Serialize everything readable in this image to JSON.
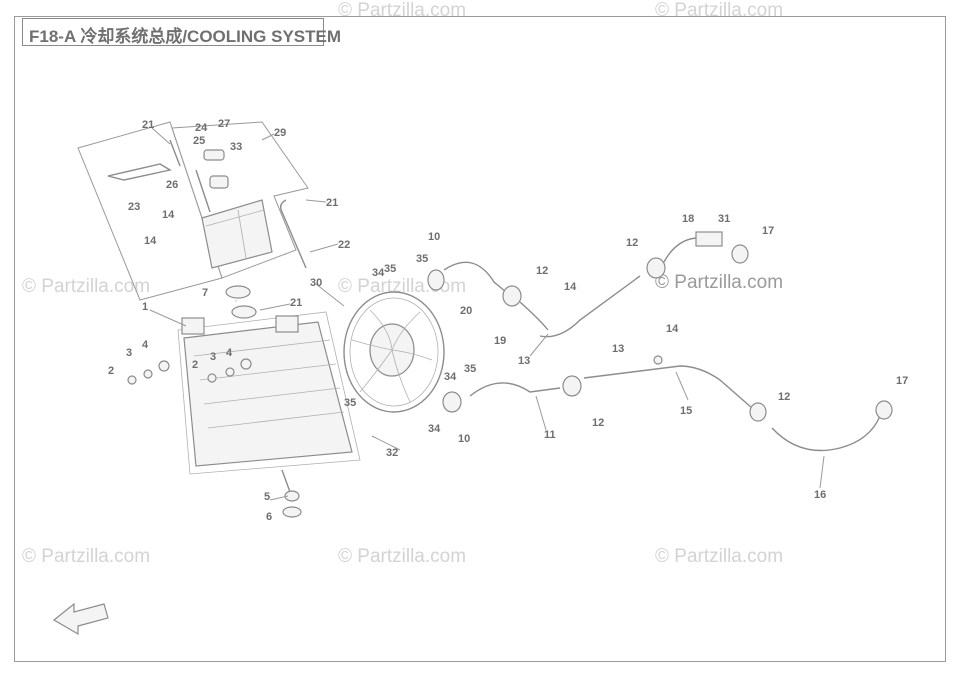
{
  "title": "F18-A 冷却系统总成/COOLING SYSTEM",
  "watermarks": [
    {
      "text": "© Partzilla.com",
      "tone": "light"
    },
    {
      "text": "© Partzilla.com",
      "tone": "light"
    },
    {
      "text": "© Partzilla.com",
      "tone": "light"
    },
    {
      "text": "© Partzilla.com",
      "tone": "light"
    },
    {
      "text": "© Partzilla.com",
      "tone": "dark"
    },
    {
      "text": "© Partzilla.com",
      "tone": "light"
    },
    {
      "text": "© Partzilla.com",
      "tone": "light"
    },
    {
      "text": "© Partzilla.com",
      "tone": "light"
    }
  ],
  "callouts": [
    "21",
    "24",
    "27",
    "29",
    "25",
    "33",
    "26",
    "23",
    "21",
    "14",
    "14",
    "22",
    "10",
    "35",
    "34",
    "35",
    "7",
    "21",
    "12",
    "14",
    "30",
    "20",
    "19",
    "13",
    "1",
    "2",
    "3",
    "4",
    "2",
    "3",
    "4",
    "34",
    "35",
    "13",
    "14",
    "11",
    "12",
    "15",
    "12",
    "10",
    "34",
    "35",
    "32",
    "5",
    "6",
    "18",
    "31",
    "17",
    "12",
    "17",
    "16"
  ],
  "colors": {
    "line": "#8c8c8c",
    "text": "#6e6e6e",
    "watermark": "#d3d3d3"
  }
}
